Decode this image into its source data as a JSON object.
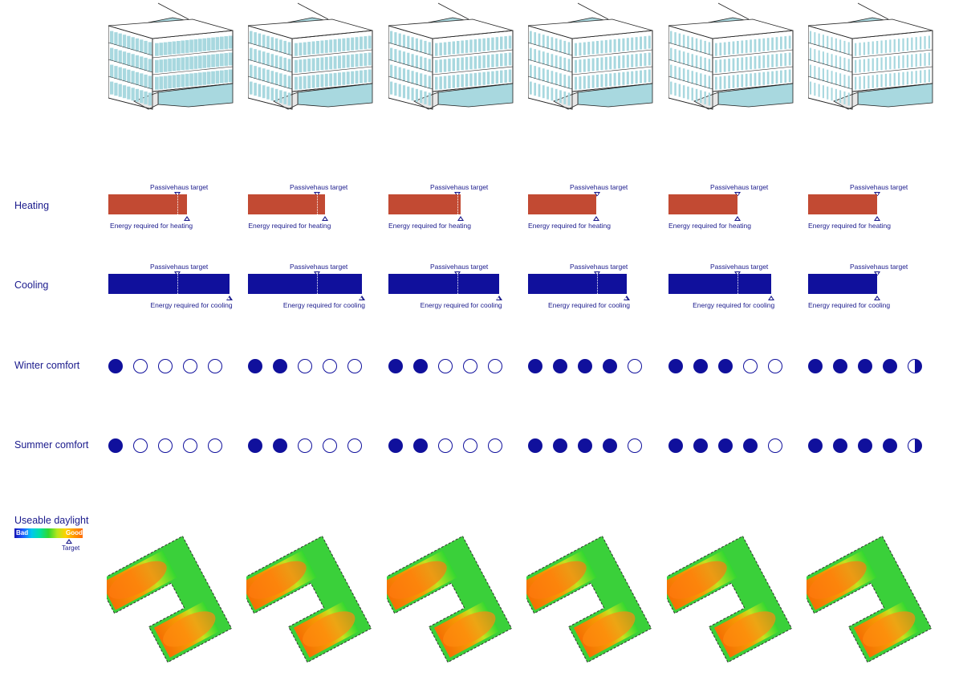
{
  "rows": {
    "heating": "Heating",
    "cooling": "Cooling",
    "winter": "Winter comfort",
    "summer": "Summer comfort",
    "daylight": "Useable daylight"
  },
  "labels": {
    "passivehaus": "Passivehaus target",
    "heat_energy": "Energy required for heating",
    "cool_energy": "Energy required for cooling"
  },
  "legend": {
    "bad": "Bad",
    "good": "Good",
    "target": "Target"
  },
  "colors": {
    "heat": "#c24a33",
    "cool": "#10109c",
    "glass": "#a8d8df",
    "line": "#1a1a8c"
  },
  "options": [
    {
      "heating_ratio": 1.14,
      "cooling_ratio": 1.75,
      "winter": 1,
      "summer": 1,
      "glazing": 0.62
    },
    {
      "heating_ratio": 1.12,
      "cooling_ratio": 1.65,
      "winter": 2,
      "summer": 2,
      "glazing": 0.52
    },
    {
      "heating_ratio": 1.05,
      "cooling_ratio": 1.6,
      "winter": 2,
      "summer": 2,
      "glazing": 0.46
    },
    {
      "heating_ratio": 0.99,
      "cooling_ratio": 1.43,
      "winter": 4,
      "summer": 4,
      "glazing": 0.4
    },
    {
      "heating_ratio": 1.0,
      "cooling_ratio": 1.49,
      "winter": 3,
      "summer": 4,
      "glazing": 0.36
    },
    {
      "heating_ratio": 1.0,
      "cooling_ratio": 1.0,
      "winter": 4.5,
      "summer": 4.5,
      "glazing": 0.3
    }
  ]
}
